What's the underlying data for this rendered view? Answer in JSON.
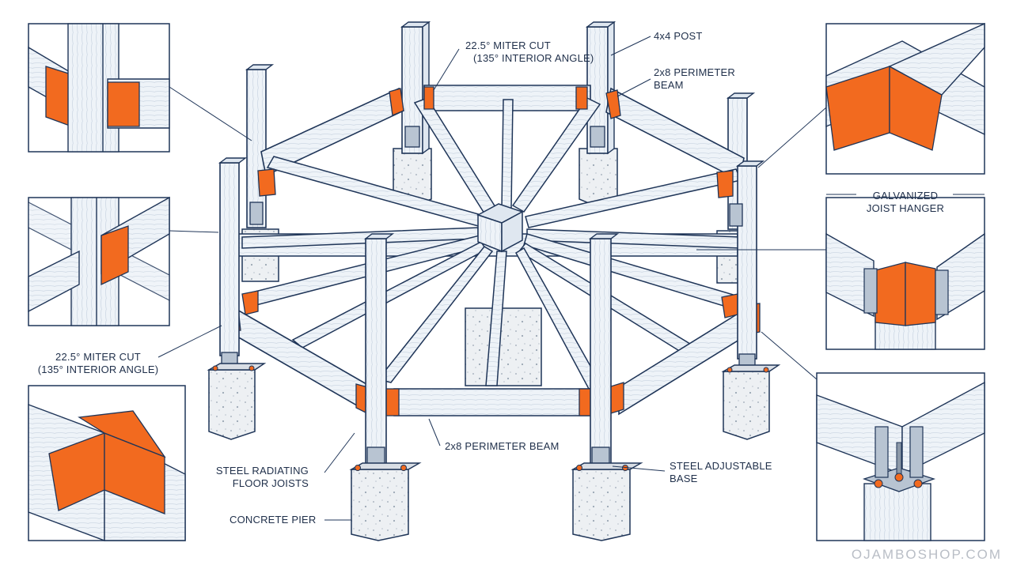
{
  "colors": {
    "wood": "#eef3f8",
    "wood_side": "#dfe7f0",
    "outline": "#1f3558",
    "cut": "#f26a1f",
    "cut_dark": "#e05410",
    "concrete": "#edf0f3",
    "steel": "#b8c4d2",
    "bolt": "#f26a1f"
  },
  "labels": {
    "miter_top_line1": "22.5° MITER CUT",
    "miter_top_line2": "(135° INTERIOR ANGLE)",
    "post": "4x4 POST",
    "beam_top_line1": "2x8 PERIMETER",
    "beam_top_line2": "BEAM",
    "hanger_line1": "GALVANIZED",
    "hanger_line2": "JOIST HANGER",
    "miter_left_line1": "22.5° MITER CUT",
    "miter_left_line2": "(135° INTERIOR ANGLE)",
    "beam_bottom": "2x8 PERIMETER BEAM",
    "joists_line1": "STEEL RADIATING",
    "joists_line2": "FLOOR JOISTS",
    "base_line1": "STEEL ADJUSTABLE",
    "base_line2": "BASE",
    "pier": "CONCRETE PIER"
  },
  "watermark": "OJAMBOSHOP.COM"
}
